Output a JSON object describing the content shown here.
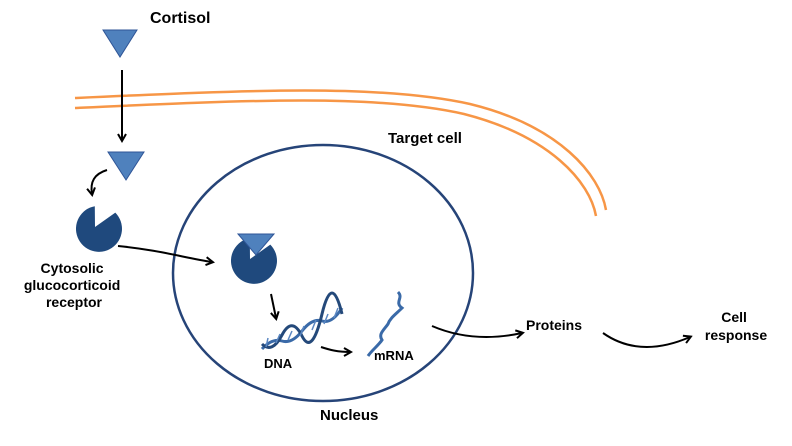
{
  "labels": {
    "cortisol": "Cortisol",
    "target_cell": "Target cell",
    "receptor_line1": "Cytosolic",
    "receptor_line2": "glucocorticoid",
    "receptor_line3": "receptor",
    "dna": "DNA",
    "mrna": "mRNA",
    "proteins": "Proteins",
    "cell_response_line1": "Cell",
    "cell_response_line2": "response",
    "nucleus": "Nucleus"
  },
  "colors": {
    "hormone": "#4f81bd",
    "hormone_outline": "#2f5597",
    "receptor": "#1f497d",
    "membrane": "#f79646",
    "nucleus_outline": "#264478",
    "dna": "#3a6aa8",
    "mrna": "#3a6aa8",
    "arrow": "#000000"
  }
}
